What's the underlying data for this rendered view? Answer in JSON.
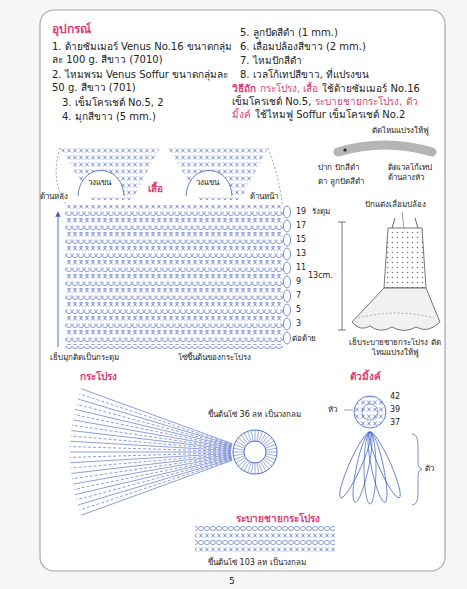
{
  "diagram": {
    "title": "อุปกรณ์",
    "labels": [
      "1. ด้ายซัมเมอร์ Venus No.16 ขนาดกลุ่มละ 100 g. สีขาว (7010)",
      "2. ไหมพรม Venus Soffur ขนาดกลุ่มละ 50 g. สีขาว (701)",
      "3. เข็มโครเชต์ No.5, 2",
      "4. มุกสีขาว (5 mm.)",
      "5. ลูกปัดสีดำ (1 mm.)",
      "6. เลื่อมปล้องสีขาว (2 mm.)",
      "7. ไหมปักสีดำ",
      "8. เวลโก้เทปสีขาว, ที่แปรงขน",
      "วิธีถัก",
      "กระโปรง, เสื้อ",
      "ใช้ด้ายซัมเมอร์ No.16 เข็มโครเชต์ No.5,",
      "ระบายชายกระโปรง, ตัวมิ้งค์",
      "ใช้ไหมฟู Soffur เข็มโครเชต์ No.2",
      "วงแขน",
      "วงแขน",
      "ด้านหลัง",
      "เสื้อ",
      "ด้านหน้า",
      "19",
      "17",
      "15",
      "13",
      "11",
      "9",
      "7",
      "5",
      "3",
      "รังดุม",
      "ต่อด้าย",
      "เย็บมุกติดเป็นกระดุม",
      "โซ่ขึ้นต้นของกระโปรง",
      "ตัดไหมแปรงให้ฟู",
      "ปาก ปักสีดำ",
      "ติดเวลโก้เทป ด้านล่างหัว",
      "ตา ลูกปัดสีดำ",
      "ปักแต่งเลื่อมปล้อง",
      "13cm.",
      "เย็บระบายชายกระโปรง ตัดไหมแปรงให้ฟู",
      "กระโปรง",
      "ขึ้นต้นโซ่ 36 ลห เป็นวงกลม",
      "ตัวมิ้งค์",
      "หัว",
      "42",
      "39",
      "37",
      "ตัว",
      "ระบายชายกระโปรง",
      "ขึ้นต้นโซ่ 103 ลห เป็นวงกลม",
      "5"
    ]
  }
}
